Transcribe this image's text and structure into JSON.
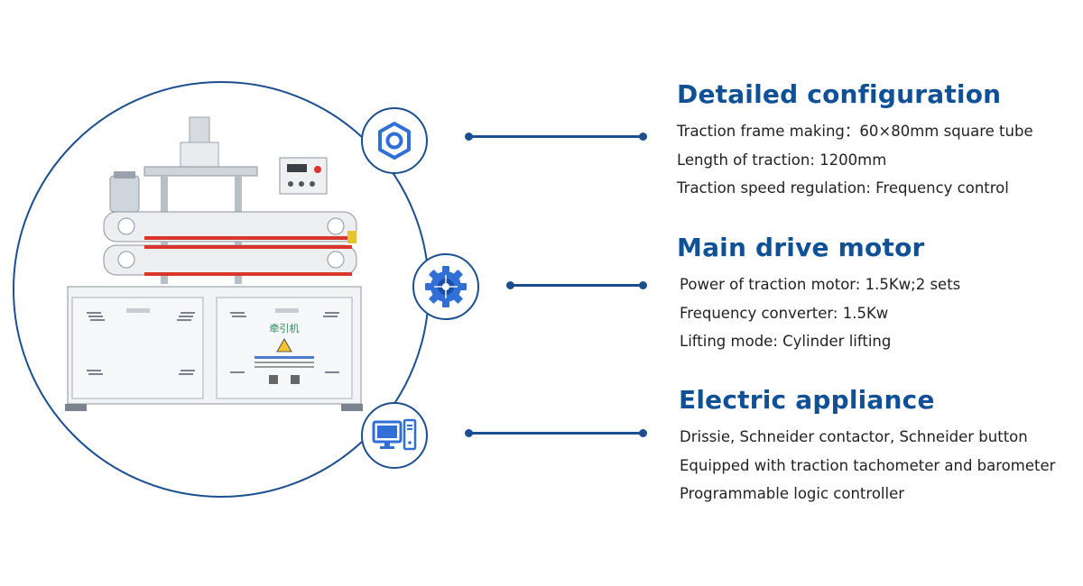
{
  "sections": [
    {
      "title": "Detailed configuration",
      "icon": "hex-nut-icon",
      "items": [
        "Traction frame making：60×80mm square tube",
        "Length of traction: 1200mm",
        "Traction speed regulation: Frequency control"
      ]
    },
    {
      "title": "Main drive motor",
      "icon": "gear-icon",
      "items": [
        "Power of traction motor: 1.5Kw;2 sets",
        "Frequency converter: 1.5Kw",
        "Lifting mode: Cylinder lifting"
      ]
    },
    {
      "title": "Electric appliance",
      "icon": "computer-icon",
      "items": [
        "Drissie, Schneider contactor, Schneider button",
        "Equipped with traction tachometer and barometer",
        "Programmable logic controller"
      ]
    }
  ],
  "machine_label": "牵引机",
  "colors": {
    "accent": "#0f5096",
    "line": "#1b4f8f",
    "icon_blue": "#2f6fd6",
    "belt_red": "#d9352b"
  }
}
